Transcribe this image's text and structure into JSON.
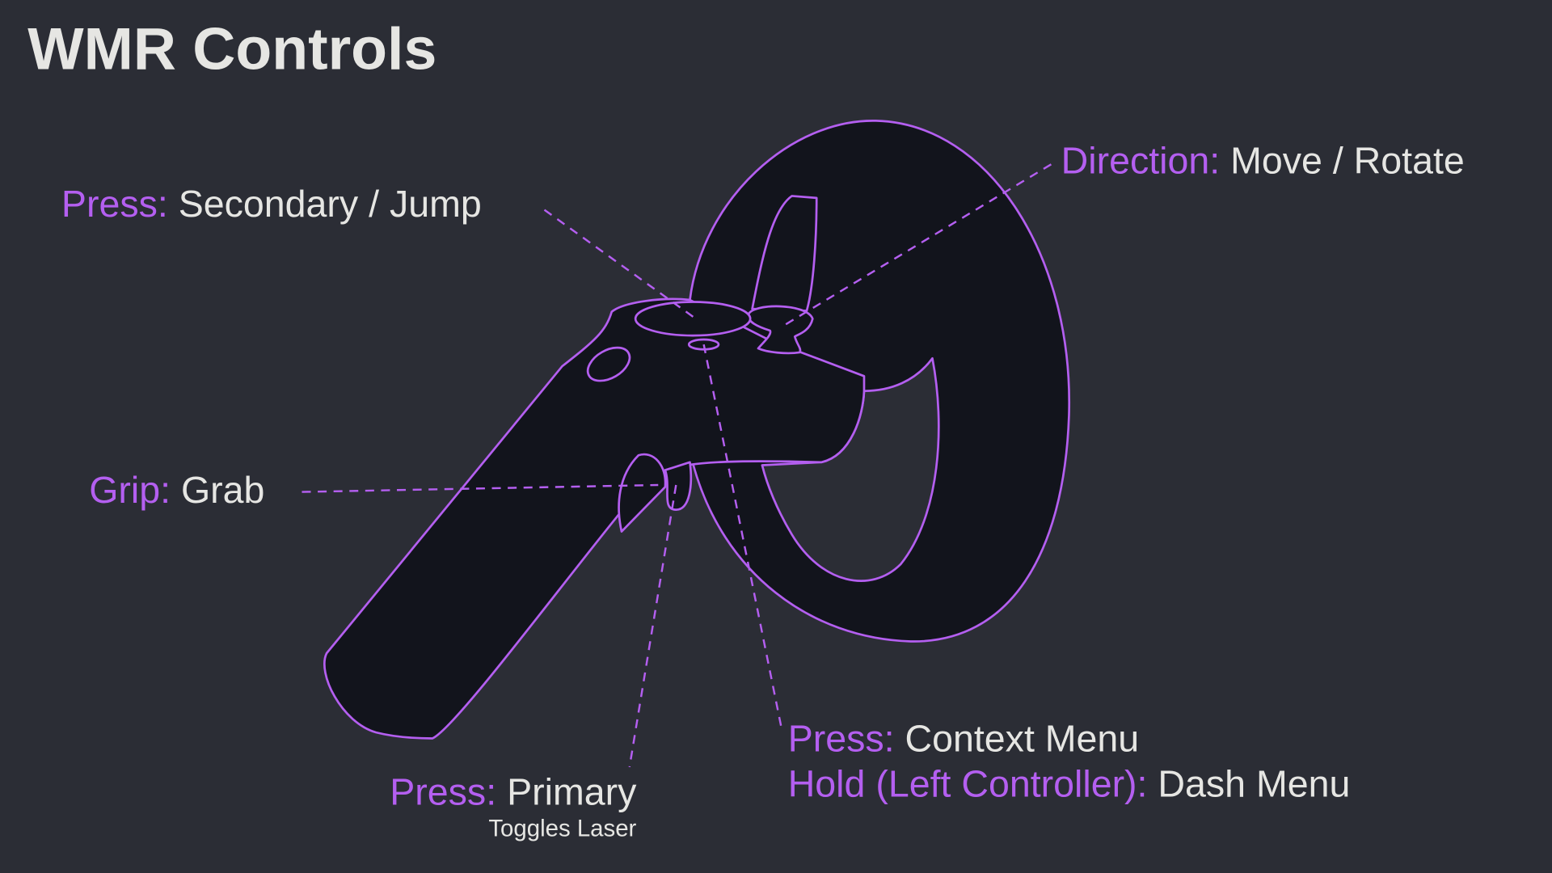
{
  "title": "WMR Controls",
  "colors": {
    "background": "#2b2d35",
    "accent": "#b45ff0",
    "text": "#e6e6e3",
    "controller_fill": "#12141c"
  },
  "labels": {
    "secondary": {
      "key": "Press:",
      "value": "Secondary / Jump"
    },
    "direction": {
      "key": "Direction:",
      "value": "Move / Rotate"
    },
    "grip": {
      "key": "Grip:",
      "value": "Grab"
    },
    "context": {
      "key": "Press:",
      "value": "Context Menu"
    },
    "dash": {
      "key": "Hold (Left Controller):",
      "value": "Dash Menu"
    },
    "primary": {
      "key": "Press:",
      "value": "Primary",
      "note": "Toggles Laser"
    }
  }
}
